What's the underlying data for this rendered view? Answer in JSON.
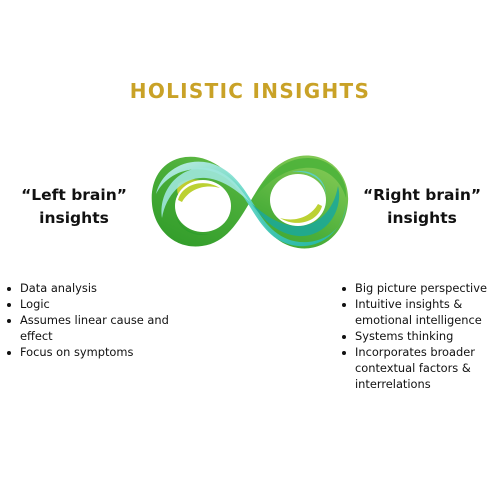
{
  "title": "HOLISTIC INSIGHTS",
  "left": {
    "heading_line1": "“Left brain”",
    "heading_line2": "insights",
    "items": [
      "Data analysis",
      "Logic",
      "Assumes linear cause and effect",
      "Focus on symptoms"
    ]
  },
  "right": {
    "heading_line1": "“Right brain”",
    "heading_line2": "insights",
    "items": [
      "Big picture perspective",
      "Intuitive insights & emotional intelligence",
      "Systems thinking",
      "Incorporates broader contextual factors & interrelations"
    ]
  },
  "colors": {
    "title": "#c9a227",
    "infinity_teal": "#2ec4b6",
    "infinity_green": "#3a9e2f",
    "infinity_lime": "#b8c830"
  },
  "icon": "infinity-symbol-icon"
}
